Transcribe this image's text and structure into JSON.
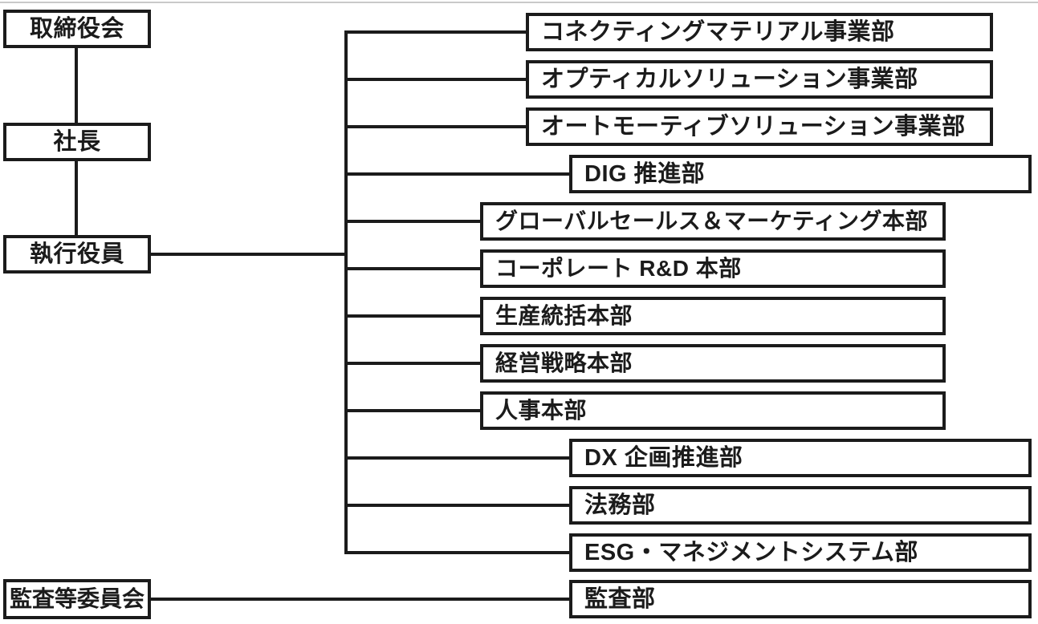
{
  "org": {
    "board": {
      "label": "取締役会"
    },
    "president": {
      "label": "社長"
    },
    "executive_officers": {
      "label": "執行役員"
    },
    "audit_committee": {
      "label": "監査等委員会"
    },
    "departments": [
      {
        "label": "コネクティングマテリアル事業部",
        "level": "division"
      },
      {
        "label": "オプティカルソリューション事業部",
        "level": "division"
      },
      {
        "label": "オートモーティブソリューション事業部",
        "level": "division"
      },
      {
        "label": "DIG 推進部",
        "level": "department"
      },
      {
        "label": "グローバルセールス＆マーケティング本部",
        "level": "headquarters"
      },
      {
        "label": "コーポレート R&D 本部",
        "level": "headquarters"
      },
      {
        "label": "生産統括本部",
        "level": "headquarters"
      },
      {
        "label": "経営戦略本部",
        "level": "headquarters"
      },
      {
        "label": "人事本部",
        "level": "headquarters"
      },
      {
        "label": "DX 企画推進部",
        "level": "department"
      },
      {
        "label": "法務部",
        "level": "department"
      },
      {
        "label": "ESG・マネジメントシステム部",
        "level": "department"
      }
    ],
    "audit_department": {
      "label": "監査部",
      "level": "department"
    }
  },
  "colors": {
    "line": "#1b1b1b",
    "text": "#1b1b1b",
    "background": "#ffffff",
    "top_rule": "#c9c9c9"
  }
}
